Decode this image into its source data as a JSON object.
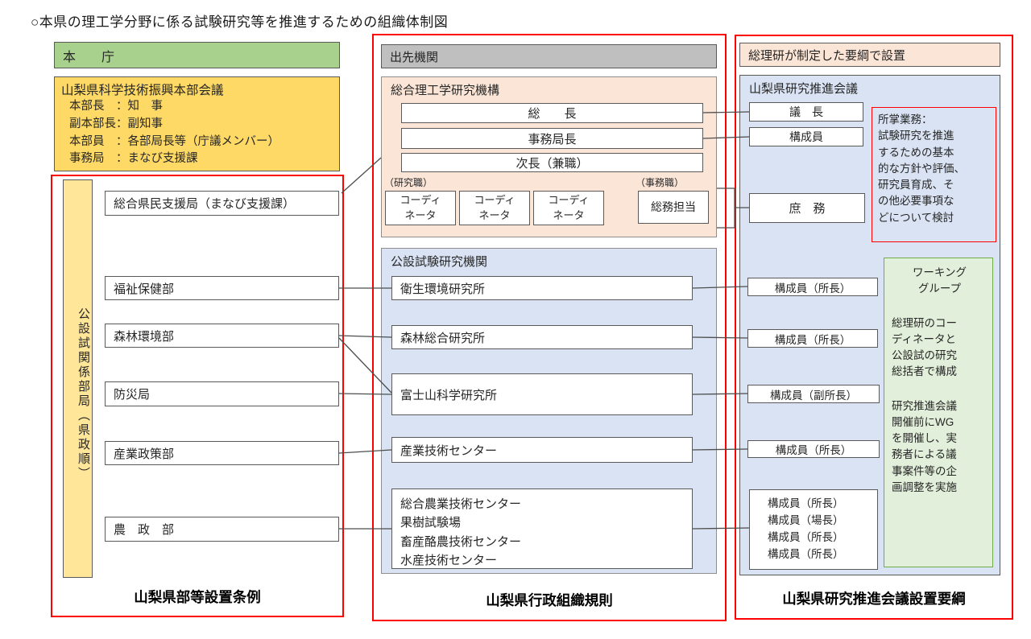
{
  "title": "○本県の理工学分野に係る試験研究等を推進するための組織体制図",
  "colors": {
    "red": "#ff0000",
    "green-fill": "#a9d18e",
    "yellow-fill": "#ffd966",
    "ybar-fill": "#ffe699",
    "gray-fill": "#bfbfbf",
    "peach-fill": "#fbe5d6",
    "blue-fill": "#dae3f3",
    "wg-fill": "#e2efda"
  },
  "left": {
    "header": "本　　庁",
    "council": {
      "title": "山梨県科学技術振興本部会議",
      "lines": [
        "本部長　：知　事",
        "副本部長：副知事",
        "本部員　：各部局長等（庁議メンバー）",
        "事務局　：まなび支援課"
      ]
    },
    "sidebar_label": "公設試関係部局（県政順）",
    "departments": [
      "総合県民支援局（まなび支援課）",
      "福祉保健部",
      "森林環境部",
      "防災局",
      "産業政策部",
      "農　政　部"
    ],
    "footer": "山梨県部等設置条例"
  },
  "middle": {
    "header": "出先機関",
    "institute": {
      "title": "総合理工学研究機構",
      "positions": [
        "総　　長",
        "事務局長",
        "次長（兼職）"
      ],
      "research_label": "（研究職）",
      "admin_label": "（事務職）",
      "coordinators": [
        "コーディ\nネータ",
        "コーディ\nネータ",
        "コーディ\nネータ"
      ],
      "admin_staff": "総務担当"
    },
    "labs": {
      "title": "公設試験研究機関",
      "items": [
        "衛生環境研究所",
        "森林総合研究所",
        "富士山科学研究所",
        "産業技術センター"
      ],
      "agri_items": "総合農業技術センター\n果樹試験場\n畜産酪農技術センター\n水産技術センター"
    },
    "footer": "山梨県行政組織規則"
  },
  "right": {
    "header": "総理研が制定した要綱で設置",
    "council": {
      "title": "山梨県研究推進会議",
      "chair": "議　長",
      "member": "構成員",
      "affairs": "庶　務",
      "duties": "所掌業務：\n試験研究を推進\nするための基本\n的な方針や評価、\n研究員育成、そ\nの他必要事項な\nどについて検討",
      "members": [
        "構成員（所長）",
        "構成員（所長）",
        "構成員（副所長）",
        "構成員（所長）"
      ],
      "agri_members": "構成員（所長）\n構成員（場長）\n構成員（所長）\n構成員（所長）",
      "wg": {
        "title": "ワーキング\nグループ",
        "body1": "総理研のコー\nディネータと\n公設試の研究\n総括者で構成",
        "body2": "研究推進会議\n開催前にWG\nを開催し、実\n務者による議\n事案件等の企\n画調整を実施"
      }
    },
    "footer": "山梨県研究推進会議設置要綱"
  }
}
